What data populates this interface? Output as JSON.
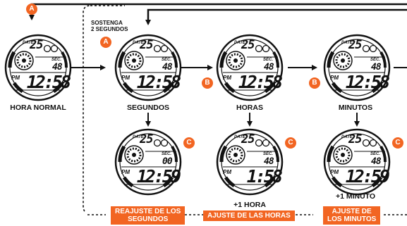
{
  "colors": {
    "accent": "#f26522",
    "ink": "#111111"
  },
  "buttons": {
    "a": "A",
    "b": "B",
    "c": "C"
  },
  "hold_note": {
    "line1": "SOSTENGA",
    "line2": "2 SEGUNDOS"
  },
  "watch_text": {
    "date_label": "DATE",
    "sec_label": "SEC.",
    "pm_label": "PM"
  },
  "watches": [
    {
      "date": "25",
      "sec": "48",
      "time": "12:58",
      "caption": "HORA NORMAL"
    },
    {
      "date": "25",
      "sec": "48",
      "time": "12:58",
      "caption": "SEGUNDOS"
    },
    {
      "date": "25",
      "sec": "48",
      "time": "12:58",
      "caption": "HORAS"
    },
    {
      "date": "25",
      "sec": "48",
      "time": "12:58",
      "caption": "MINUTOS"
    },
    {
      "date": "25",
      "sec": "00",
      "time": "12:59",
      "caption": ""
    },
    {
      "date": "25",
      "sec": "48",
      "time": "1:58",
      "caption": "+1 HORA"
    },
    {
      "date": "25",
      "sec": "48",
      "time": "12:59",
      "caption": "+1 MINUTO"
    }
  ],
  "badges": {
    "seconds": [
      "REAJUSTE DE LOS",
      "SEGUNDOS"
    ],
    "hours": [
      "AJUSTE DE LAS HORAS"
    ],
    "minutes": [
      "AJUSTE DE",
      "LOS MINUTOS"
    ]
  }
}
